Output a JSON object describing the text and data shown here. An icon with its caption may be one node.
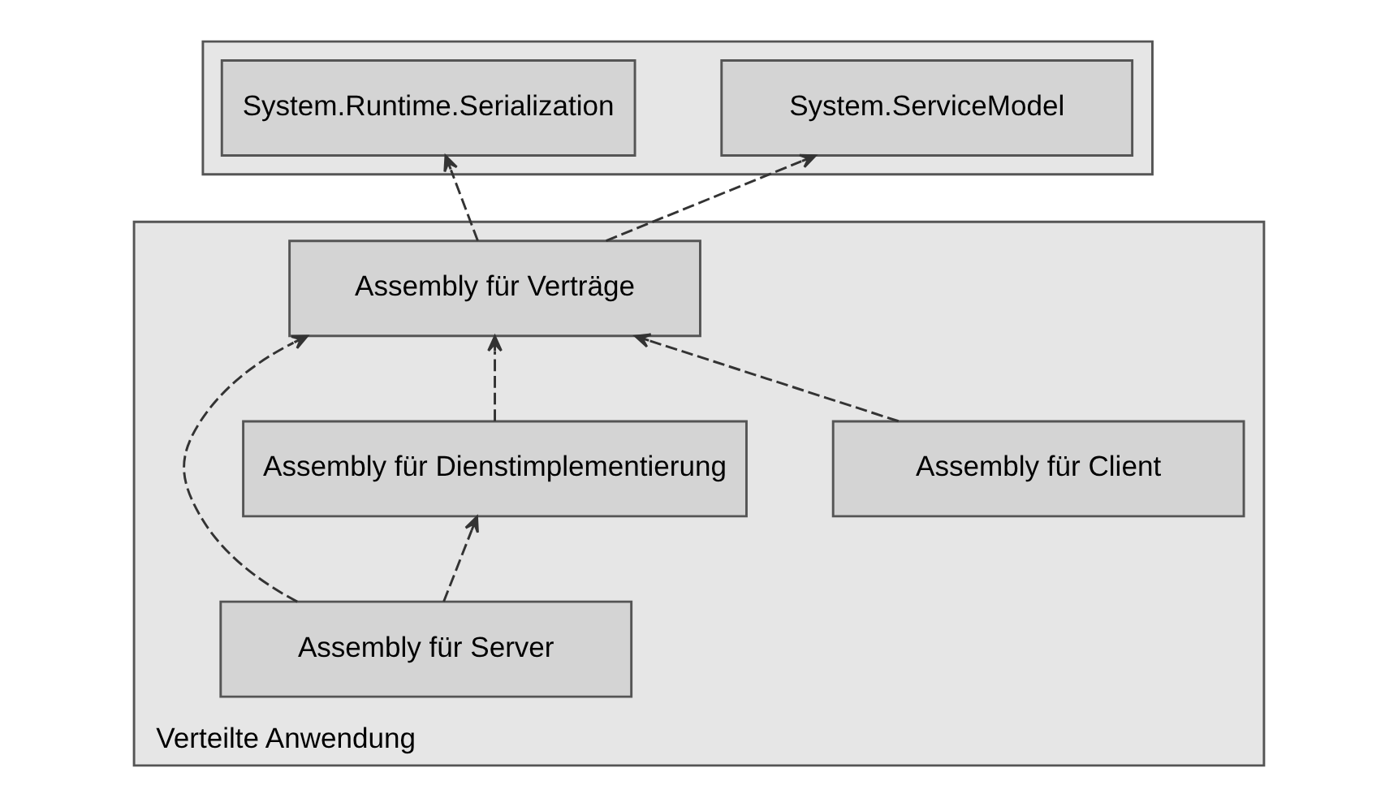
{
  "diagram": {
    "nodes": [
      {
        "text": [],
        "shape": "box"
      },
      {
        "text": [
          "System.ServiceModel"
        ],
        "in": 0
      },
      {
        "text": [
          "System.Runtime.Serialization"
        ],
        "in": 0
      },
      {
        "text": [
          "Verteilte Anwendung"
        ]
      },
      {
        "text": [
          "Assembly für Verträge"
        ],
        "in": 3
      },
      {
        "text": [
          "Assembly für Dienstimplementierung"
        ],
        "in": 3
      },
      {
        "text": [
          "Assembly für Client"
        ],
        "in": 3
      },
      {
        "text": [
          "Assembly für Server"
        ],
        "in": 3
      }
    ],
    "edges": [
      {
        "from": 4,
        "to": 1,
        "arrow": "to",
        "style": "dashed"
      },
      {
        "from": 4,
        "to": 2,
        "arrow": "to",
        "style": "dashed"
      },
      {
        "from": 6,
        "to": 4,
        "arrow": "to",
        "style": "dashed"
      },
      {
        "from": 7,
        "to": 4,
        "arrow": "to",
        "style": "dashed"
      },
      {
        "from": 5,
        "to": 4,
        "arrow": "to",
        "style": "dashed"
      },
      {
        "from": 7,
        "to": 5,
        "arrow": "to",
        "style": "dashed"
      }
    ]
  }
}
